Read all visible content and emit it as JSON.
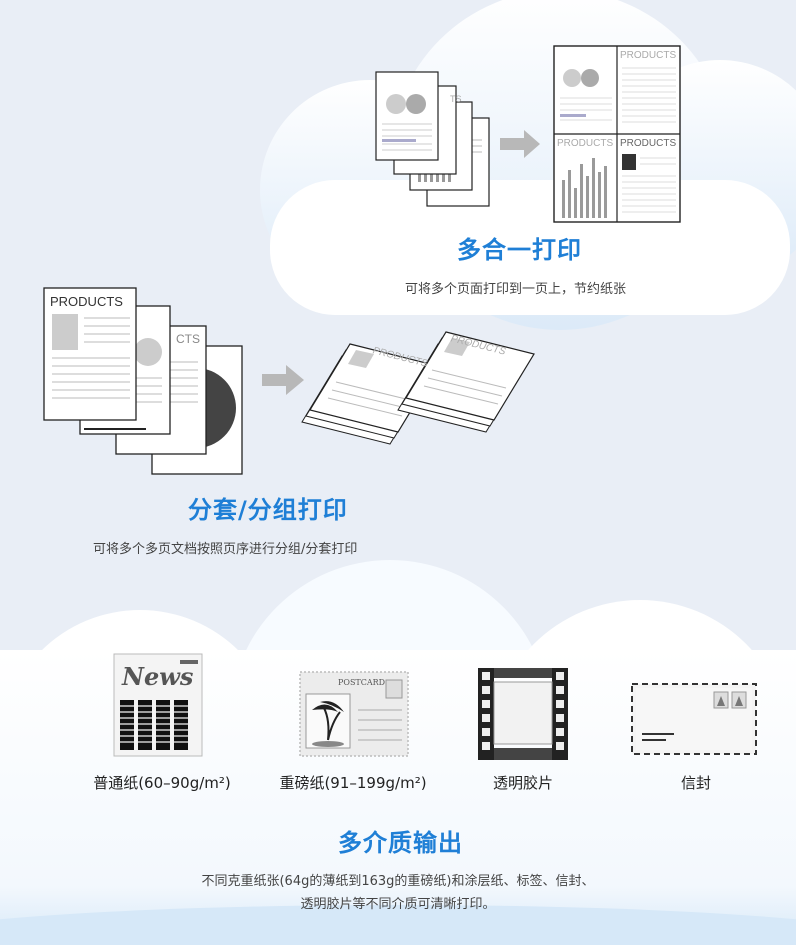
{
  "page": {
    "background": "#e9eef6",
    "accent": "#1f7fd6"
  },
  "nup": {
    "title": "多合一打印",
    "desc": "可将多个页面打印到一页上，节约纸张",
    "tag_products": "PRODUCTS",
    "tag_ts": "TS"
  },
  "collate": {
    "title": "分套/分组打印",
    "desc": "可将多个多页文档按照页序进行分组/分套打印",
    "tag_products": "PRODUCTS",
    "tag_cts": "CTS"
  },
  "media": {
    "title": "多介质输出",
    "desc_line1": "不同克重纸张(64g的薄纸到163g的重磅纸)和涂层纸、标签、信封、",
    "desc_line2": "透明胶片等不同介质可清晰打印。",
    "items": [
      {
        "label": "普通纸(60–90g/m²)",
        "icon": "newspaper-icon",
        "masthead": "News"
      },
      {
        "label": "重磅纸(91–199g/m²)",
        "icon": "postcard-icon",
        "masthead": "POSTCARD"
      },
      {
        "label": "透明胶片",
        "icon": "film-strip-icon"
      },
      {
        "label": "信封",
        "icon": "envelope-icon"
      }
    ]
  }
}
